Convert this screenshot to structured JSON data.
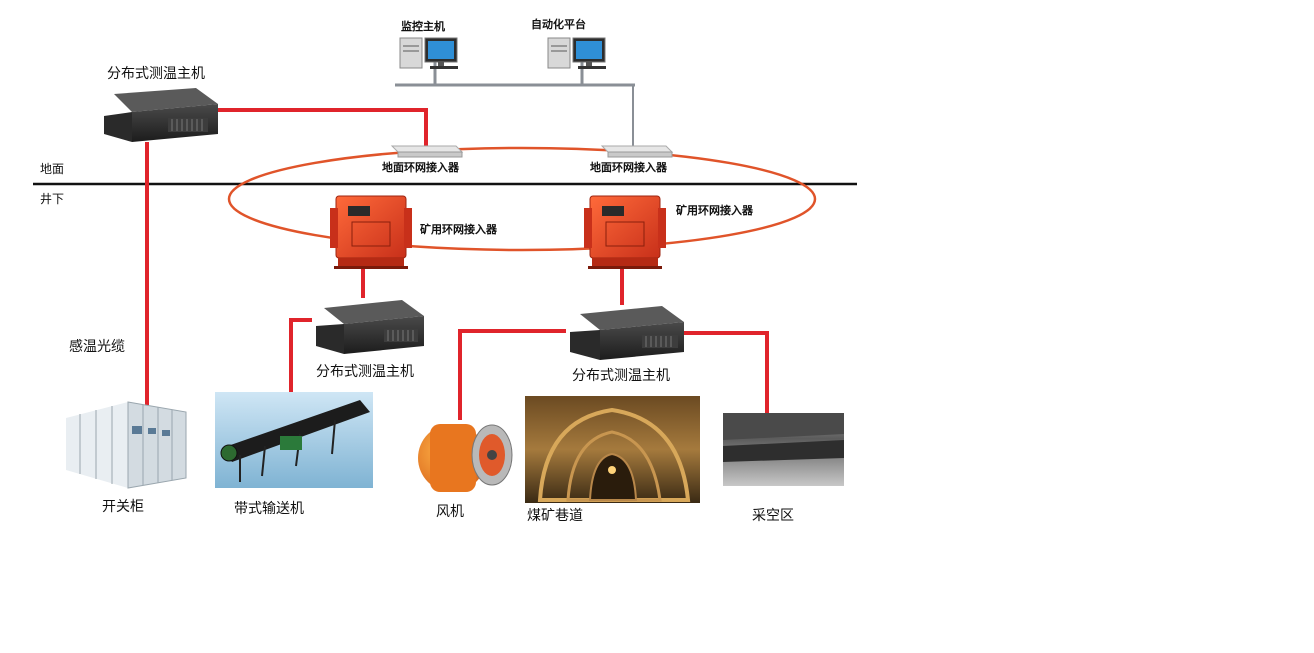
{
  "labels": {
    "surface": "地面",
    "underground": "井下",
    "top_host": "分布式测温主机",
    "monitor_host": "监控主机",
    "automation_platform": "自动化平台",
    "ground_ring_access_1": "地面环网接入器",
    "ground_ring_access_2": "地面环网接入器",
    "mine_ring_access_1": "矿用环网接入器",
    "mine_ring_access_2": "矿用环网接入器",
    "sensing_cable": "感温光缆",
    "host_mid": "分布式测温主机",
    "host_right": "分布式测温主机",
    "switch_cabinet": "开关柜",
    "belt_conveyor": "带式输送机",
    "fan": "风机",
    "coal_roadway": "煤矿巷道",
    "goaf": "采空区"
  },
  "colors": {
    "cable_red": "#e0242b",
    "ring_orange": "#e0542a",
    "network_gray": "#8a8f96",
    "ground_line": "#111111",
    "server_black": "#1a1a1a",
    "explosion_proof_red": "#e43c1f"
  },
  "icons": {
    "server": "rack-server-icon",
    "workstation": "desktop-computer-icon",
    "ground_access": "network-switch-icon",
    "mine_access": "explosion-proof-box-icon",
    "cabinet": "switchgear-cabinet-photo",
    "conveyor": "belt-conveyor-photo",
    "fan": "mine-fan-photo",
    "roadway": "coal-roadway-photo",
    "goaf": "goaf-photo"
  }
}
